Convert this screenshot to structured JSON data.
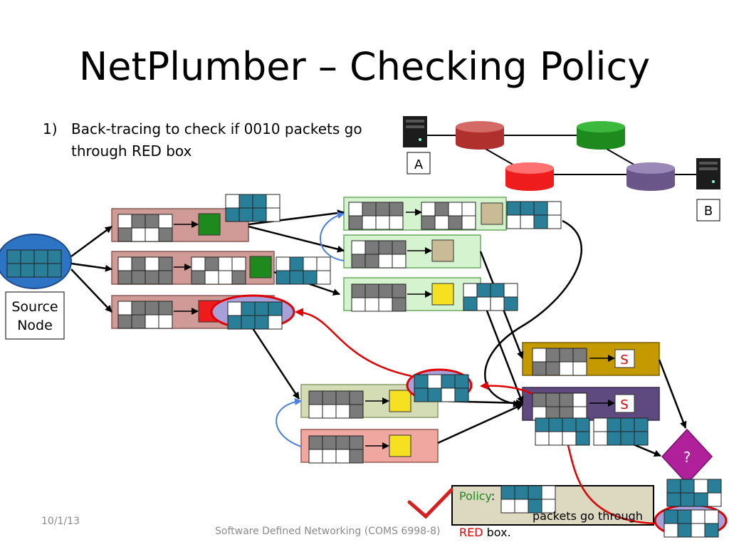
{
  "title": "NetPlumber – Checking Policy",
  "bullet": {
    "number": "1)",
    "text": "Back-tracing to check if 0010 packets go through RED box"
  },
  "hosts": {
    "a": "A",
    "b": "B"
  },
  "source_node": {
    "line1": "Source",
    "line2": "Node"
  },
  "sink_labels": {
    "s1": "S",
    "s2": "S"
  },
  "probe_label": "?",
  "policy": {
    "keyword": "Policy",
    "colon": ":",
    "mid": "packets go through",
    "red_word": "RED",
    "tail": "box."
  },
  "footer": {
    "date": "10/1/13",
    "course": "Software Defined Networking (COMS 6998-8)"
  },
  "colors": {
    "teal": "#2a7f98",
    "grey": "#7a7a7a",
    "red_rule": "#d09a96",
    "green_rule": "#d6f3d0",
    "olive_rule": "#d3dcb4",
    "salmon_rule": "#f0a79f",
    "gold_sink": "#c49a00",
    "purple_sink": "#5e4a7e",
    "probe": "#b0209a",
    "red_arrow": "#e00000",
    "blue_arrow": "#4a7fe0"
  }
}
